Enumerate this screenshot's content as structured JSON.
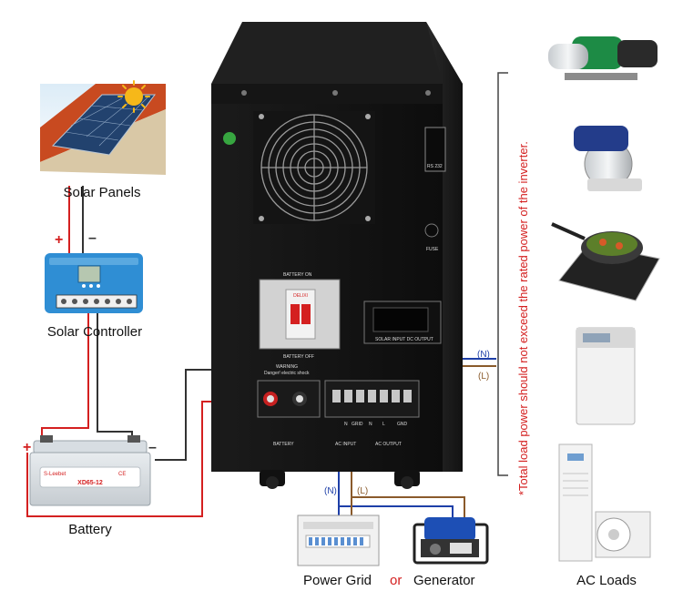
{
  "labels": {
    "solar_panels": "Solar Panels",
    "solar_controller": "Solar Controller",
    "battery": "Battery",
    "power_grid": "Power Grid",
    "or": "or",
    "generator": "Generator",
    "ac_loads": "AC Loads",
    "note": "*Total load power should not exceed the rated power of the inverter."
  },
  "polarity": {
    "plus": "+",
    "minus": "–"
  },
  "wires": {
    "neutral": "(N)",
    "live": "(L)"
  },
  "inverter": {
    "rs232": "RS 232",
    "fuse": "FUSE",
    "battery_on": "BATTERY ON",
    "battery_off": "BATTERY OFF",
    "breaker_brand": "DELIXI",
    "warning": "WARNING",
    "warning_text": "Danger! electric shock",
    "port_labels": "SOLAR INPUT   DC OUTPUT",
    "terminals": [
      "N",
      "GRID",
      "N",
      "L",
      "GND"
    ],
    "ac_input": "AC INPUT",
    "ac_output": "AC OUTPUT",
    "battery_port": "BATTERY"
  },
  "battery_unit": {
    "brand": "S-Leebet",
    "model": "XD65-12",
    "ce": "CE"
  },
  "colors": {
    "red_wire": "#d42020",
    "black_wire": "#333333",
    "neutral_wire": "#1e3fa8",
    "live_wire": "#8a5a2b",
    "note_text": "#d42020"
  }
}
